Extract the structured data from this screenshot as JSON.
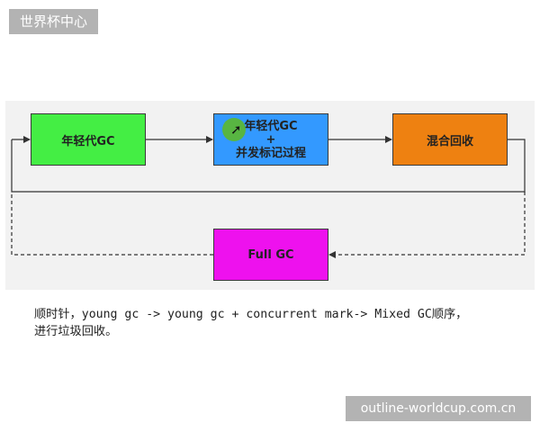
{
  "watermarks": {
    "top_left": "世界杯中心",
    "bottom_right": "outline-worldcup.com.cn"
  },
  "colors": {
    "young_gc": "#44ee44",
    "young_concurrent": "#3399ff",
    "mixed": "#ee8111",
    "full_gc": "#ee11ee"
  },
  "boxes": {
    "young_gc": "年轻代GC",
    "young_concurrent": {
      "line1": "年轻代GC",
      "line2": "+",
      "line3": "并发标记过程"
    },
    "mixed": "混合回收",
    "full_gc": "Full GC"
  },
  "caption": {
    "line1": "顺时针，young gc -> young gc + concurrent mark-> Mixed GC顺序，",
    "line2": "进行垃圾回收。"
  },
  "icons": {
    "cursor": "mouse-cursor-icon"
  }
}
